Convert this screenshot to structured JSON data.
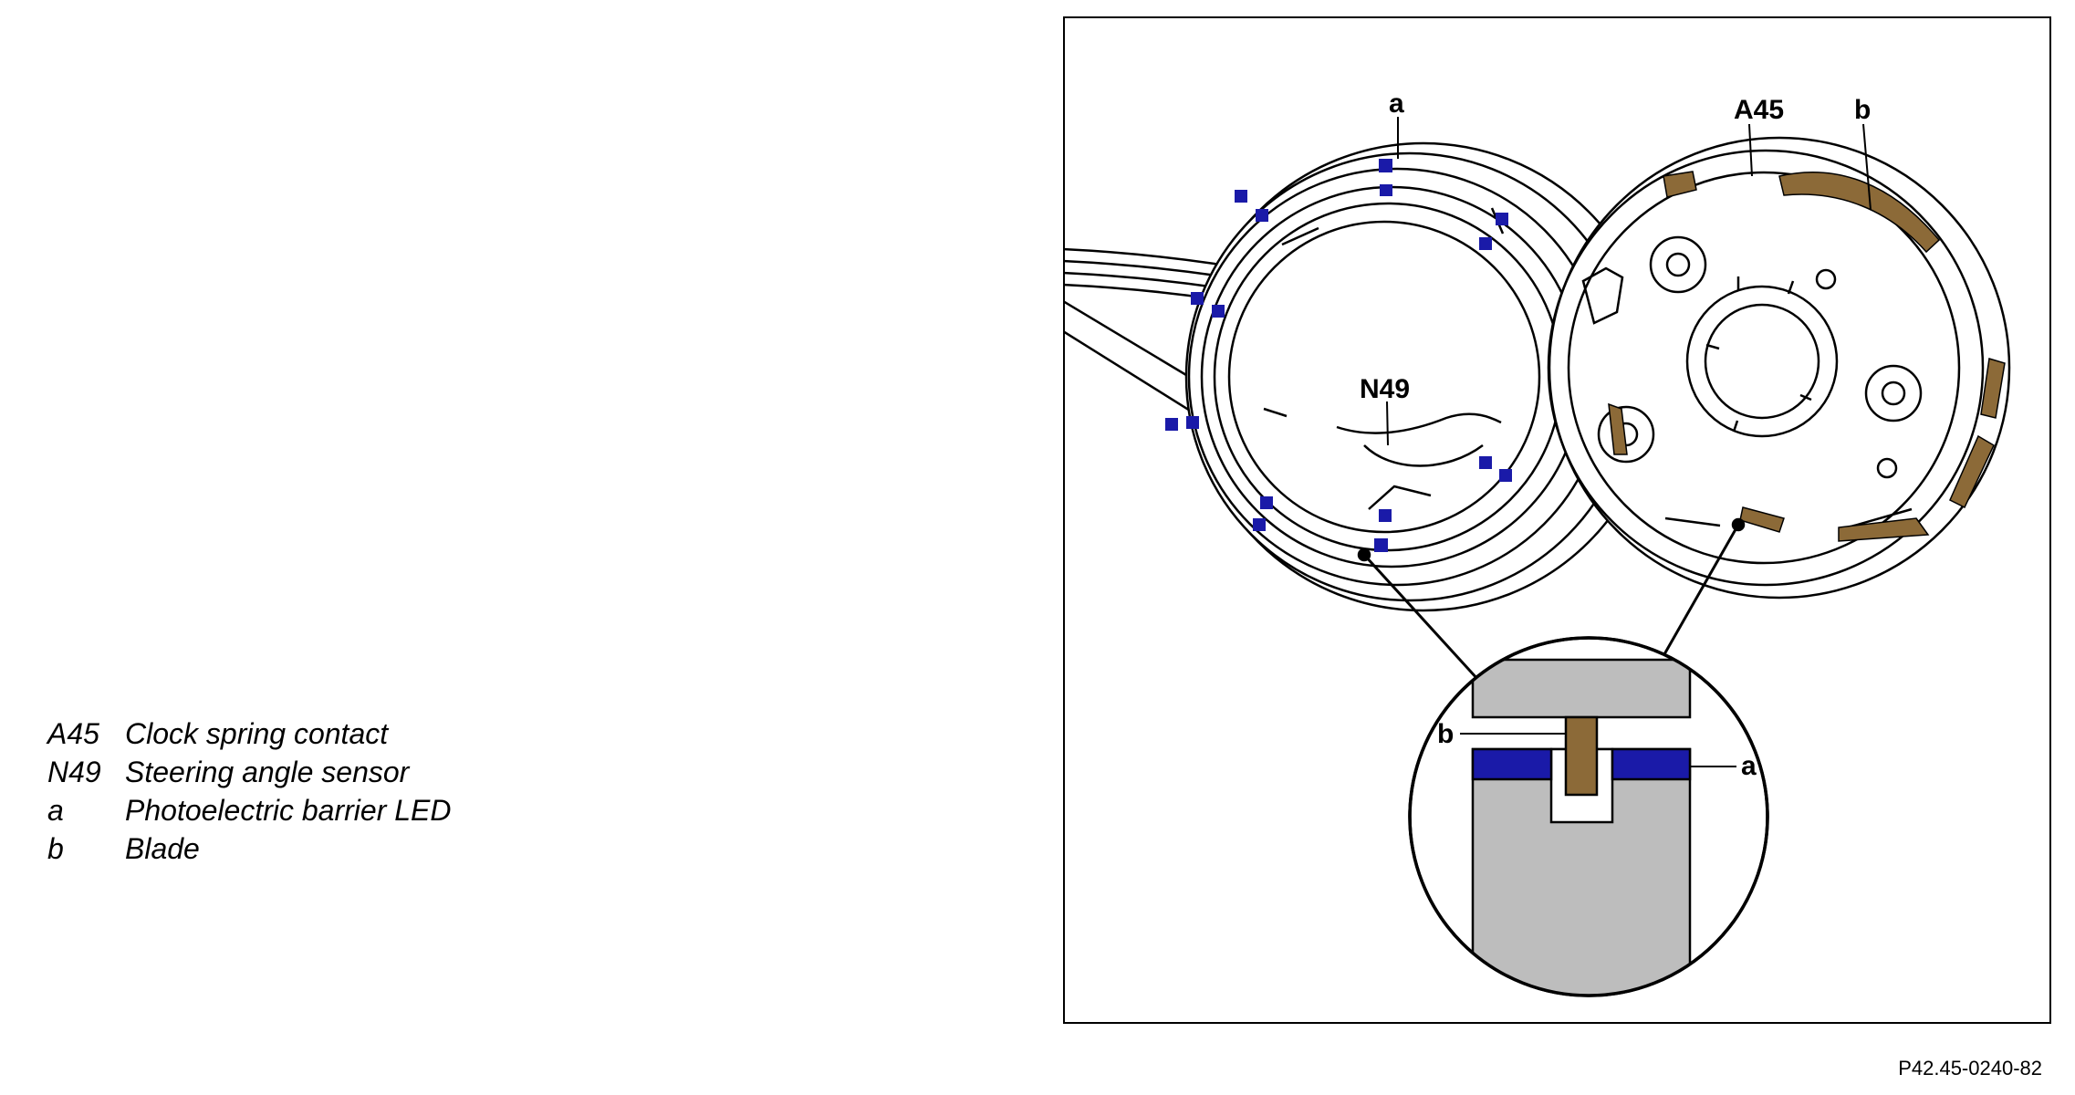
{
  "legend": {
    "items": [
      {
        "code": "A45",
        "description": "Clock spring contact"
      },
      {
        "code": "N49",
        "description": "Steering angle sensor"
      },
      {
        "code": "a",
        "description": "Photoelectric barrier LED"
      },
      {
        "code": "b",
        "description": "Blade"
      }
    ]
  },
  "figure": {
    "labels": {
      "a_top": "a",
      "a45": "A45",
      "b_top": "b",
      "n49": "N49",
      "b_detail": "b",
      "a_detail": "a"
    },
    "reference_code": "P42.45-0240-82"
  },
  "colors": {
    "led": "#1a1aa8",
    "blade": "#8c6a38",
    "detail_gray": "#bdbdbd",
    "outline": "#000000"
  }
}
